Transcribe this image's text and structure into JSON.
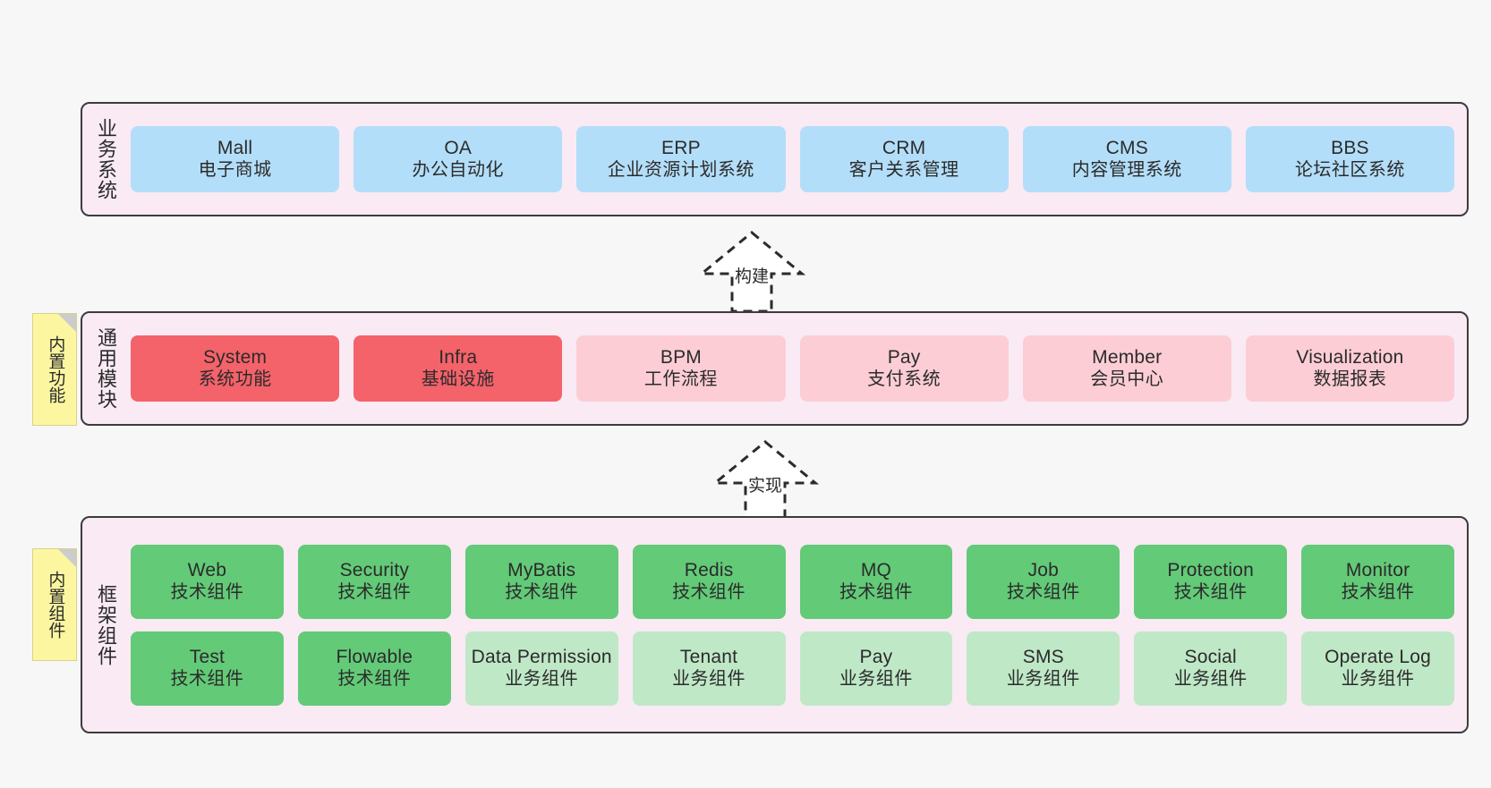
{
  "diagram": {
    "title": "",
    "colors": {
      "panel_background": "#f9eaf4",
      "panel_border": "#3c3c3c",
      "business_box": "#b3def9",
      "core_module_box": "#f4626a",
      "module_box": "#fccdd5",
      "tech_component_box": "#63ca78",
      "biz_component_box": "#bfe8c7",
      "note_background": "#fcf6a0"
    }
  },
  "notes": [
    {
      "id": "builtin-functions",
      "label": "内置功能"
    },
    {
      "id": "builtin-components",
      "label": "内置组件"
    }
  ],
  "connectors": [
    {
      "id": "build",
      "label": "构建"
    },
    {
      "id": "implement",
      "label": "实现"
    }
  ],
  "layers": [
    {
      "id": "business-system",
      "title": "业务系统",
      "rows": [
        [
          {
            "name": "Mall",
            "sub": "电子商城",
            "style": "blue"
          },
          {
            "name": "OA",
            "sub": "办公自动化",
            "style": "blue"
          },
          {
            "name": "ERP",
            "sub": "企业资源计划系统",
            "style": "blue"
          },
          {
            "name": "CRM",
            "sub": "客户关系管理",
            "style": "blue"
          },
          {
            "name": "CMS",
            "sub": "内容管理系统",
            "style": "blue"
          },
          {
            "name": "BBS",
            "sub": "论坛社区系统",
            "style": "blue"
          }
        ]
      ]
    },
    {
      "id": "common-module",
      "title": "通用模块",
      "rows": [
        [
          {
            "name": "System",
            "sub": "系统功能",
            "style": "red"
          },
          {
            "name": "Infra",
            "sub": "基础设施",
            "style": "red"
          },
          {
            "name": "BPM",
            "sub": "工作流程",
            "style": "pink"
          },
          {
            "name": "Pay",
            "sub": "支付系统",
            "style": "pink"
          },
          {
            "name": "Member",
            "sub": "会员中心",
            "style": "pink"
          },
          {
            "name": "Visualization",
            "sub": "数据报表",
            "style": "pink"
          }
        ]
      ]
    },
    {
      "id": "framework-component",
      "title": "框架组件",
      "rows": [
        [
          {
            "name": "Web",
            "sub": "技术组件",
            "style": "green"
          },
          {
            "name": "Security",
            "sub": "技术组件",
            "style": "green"
          },
          {
            "name": "MyBatis",
            "sub": "技术组件",
            "style": "green"
          },
          {
            "name": "Redis",
            "sub": "技术组件",
            "style": "green"
          },
          {
            "name": "MQ",
            "sub": "技术组件",
            "style": "green"
          },
          {
            "name": "Job",
            "sub": "技术组件",
            "style": "green"
          },
          {
            "name": "Protection",
            "sub": "技术组件",
            "style": "green"
          },
          {
            "name": "Monitor",
            "sub": "技术组件",
            "style": "green"
          }
        ],
        [
          {
            "name": "Test",
            "sub": "技术组件",
            "style": "green"
          },
          {
            "name": "Flowable",
            "sub": "技术组件",
            "style": "green"
          },
          {
            "name": "Data Permission",
            "sub": "业务组件",
            "style": "lgreen"
          },
          {
            "name": "Tenant",
            "sub": "业务组件",
            "style": "lgreen"
          },
          {
            "name": "Pay",
            "sub": "业务组件",
            "style": "lgreen"
          },
          {
            "name": "SMS",
            "sub": "业务组件",
            "style": "lgreen"
          },
          {
            "name": "Social",
            "sub": "业务组件",
            "style": "lgreen"
          },
          {
            "name": "Operate Log",
            "sub": "业务组件",
            "style": "lgreen"
          }
        ]
      ]
    }
  ]
}
